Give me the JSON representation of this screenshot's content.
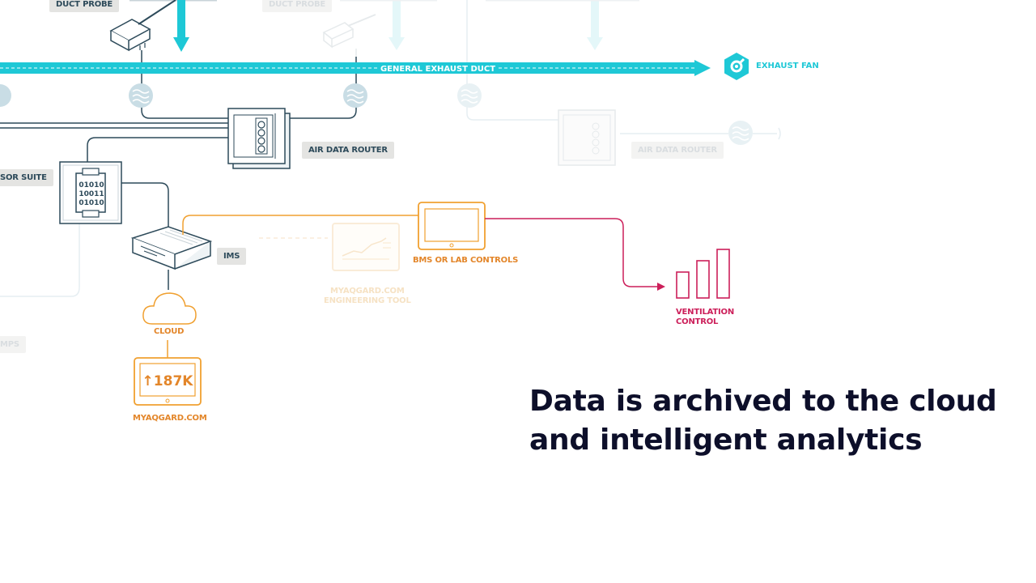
{
  "labels": {
    "duct_probe": "DUCT PROBE",
    "duct_probe_faded": "DUCT PROBE",
    "general_exhaust_duct": "GENERAL EXHAUST DUCT",
    "exhaust_fan": "EXHAUST FAN",
    "air_data_router": "AIR DATA ROUTER",
    "air_data_router_faded": "AIR DATA ROUTER",
    "sensor_suite": "SOR SUITE",
    "ims": "IMS",
    "bms_or_lab_controls": "BMS OR LAB CONTROLS",
    "engineering_tool_line1": "MYAQGARD.COM",
    "engineering_tool_line2": "ENGINEERING TOOL",
    "cloud": "CLOUD",
    "myaqgard": "MYAQGARD.COM",
    "ventilation_line1": "VENTILATION",
    "ventilation_line2": "CONTROL",
    "mps": "MPS",
    "tablet_readout": "↑187K",
    "binary_line1": "01010",
    "binary_line2": "10011",
    "binary_line3": "01010"
  },
  "headline": {
    "line1": "Data is archived to the cloud",
    "line2": "and intelligent analytics"
  },
  "colors": {
    "teal": "#1ec8d6",
    "navy": "#2d4a5a",
    "orange": "#f0a030",
    "orange_text": "#e3862a",
    "magenta": "#cc1f5a",
    "label_bg": "#e4e4e2",
    "headline": "#0d0f2a"
  },
  "icons": [
    "duct-probe-icon",
    "down-arrow-icon",
    "exhaust-fan-icon",
    "airflow-icon",
    "air-data-router-icon",
    "sensor-suite-icon",
    "ims-box-icon",
    "cloud-icon",
    "tablet-icon",
    "monitor-icon",
    "bar-chart-icon"
  ]
}
